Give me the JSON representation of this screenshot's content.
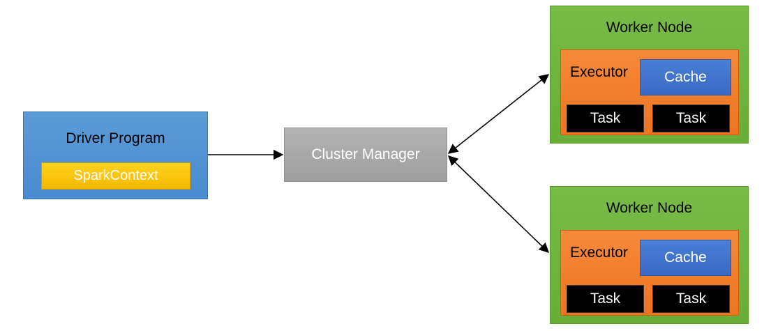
{
  "driver": {
    "title": "Driver Program",
    "context_label": "SparkContext"
  },
  "cluster_manager": {
    "label": "Cluster Manager"
  },
  "workers": [
    {
      "title": "Worker Node",
      "executor_label": "Executor",
      "cache_label": "Cache",
      "tasks": [
        "Task",
        "Task"
      ]
    },
    {
      "title": "Worker Node",
      "executor_label": "Executor",
      "cache_label": "Cache",
      "tasks": [
        "Task",
        "Task"
      ]
    }
  ],
  "colors": {
    "driver": "#5b9bd5",
    "spark_context": "#ffc000",
    "cluster_manager": "#a6a6a6",
    "worker": "#70b340",
    "executor": "#f07c28",
    "cache": "#4472c4",
    "task": "#000000"
  }
}
